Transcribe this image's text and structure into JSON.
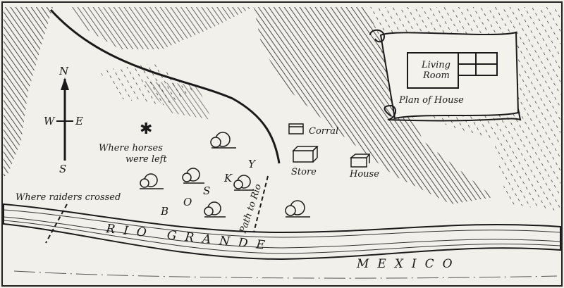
{
  "compass": {
    "north": "N",
    "west": "W",
    "east": "E",
    "south": "S"
  },
  "labels": {
    "horses_line1": "Where horses",
    "horses_line2": "were left",
    "bosky": [
      "B",
      "O",
      "S",
      "K",
      "Y"
    ],
    "path_to_rio": "Path to Rio",
    "corral": "Corral",
    "store": "Store",
    "house": "House",
    "raiders": "Where raiders crossed",
    "river": "RIO GRANDE",
    "country": "MEXICO"
  },
  "house_plan": {
    "room_line1": "Living",
    "room_line2": "Room",
    "caption": "Plan of House"
  },
  "colors": {
    "paper": "#f2f0ea",
    "ink": "#1a1a1a"
  }
}
